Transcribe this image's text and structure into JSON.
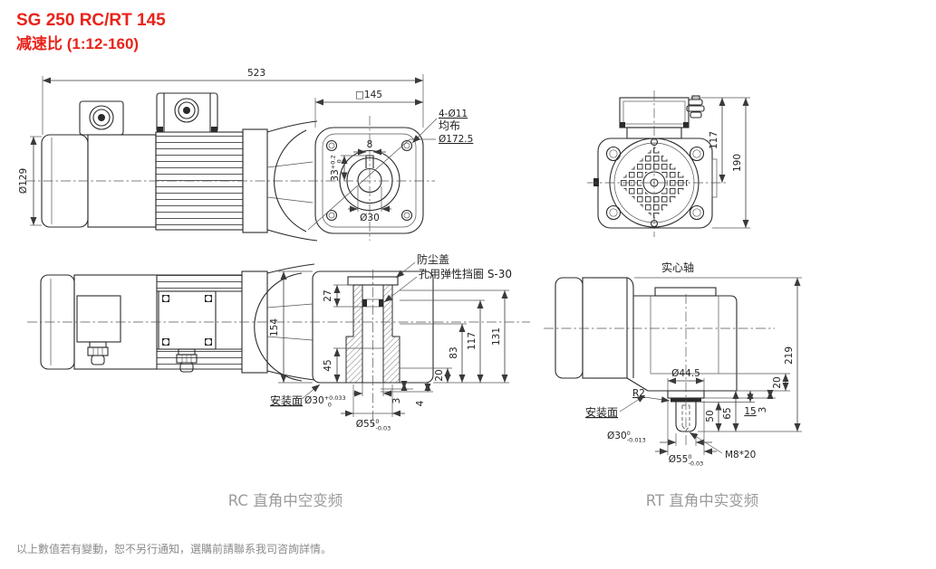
{
  "title": {
    "model": "SG 250 RC/RT 145",
    "ratio": "减速比 (1:12-160)"
  },
  "captions": {
    "rc": "RC 直角中空变频",
    "rt": "RT 直角中实变频"
  },
  "footer_note": "以上數值若有變動，恕不另行通知，選購前請聯系我司咨詢詳情。",
  "colors": {
    "accent_red": "#e8231a",
    "drawing_line": "#2b2b2b",
    "dim_line": "#3a3a3a",
    "caption_gray": "#9c9c9c",
    "footer_gray": "#8b8b8b",
    "background": "#ffffff"
  },
  "side_view": {
    "overall_length": "523",
    "motor_dia": "Ø129"
  },
  "front_view": {
    "flange": "□145",
    "holes": "4-Ø11",
    "holes_note": "均布",
    "bolt_circle": "Ø172.5",
    "keyway_width": "8",
    "bore": "Ø30",
    "keyway_tol": {
      "main": "33",
      "sup": "+0.2",
      "sub": "0"
    }
  },
  "rear_view": {
    "h_box_center": "117",
    "h_overall": "190"
  },
  "rc_bottom": {
    "dust_cover": "防尘盖",
    "circlip": "孔用弹性挡圈 S-30",
    "mount_face": "安装面",
    "h154": "154",
    "d27": "27",
    "d45": "45",
    "h131": "131",
    "h117": "117",
    "h83": "83",
    "h20": "20",
    "h3": "3",
    "h4": "4",
    "bore_tol": {
      "main": "Ø30",
      "sup": "+0.033",
      "sub": "0"
    },
    "hub_tol": {
      "main": "Ø55",
      "sup": "0",
      "sub": "-0.03"
    }
  },
  "rt_view": {
    "solid_shaft": "实心轴",
    "mount_face": "安装面",
    "r2": "R2",
    "m8": "M8*20",
    "h219": "219",
    "h20": "20",
    "h3": "3",
    "h15": "15",
    "h65": "65",
    "h50": "50",
    "boss": "Ø44.5",
    "shaft_tol": {
      "main": "Ø30",
      "sup": "0",
      "sub": "-0.013"
    },
    "hub_tol": {
      "main": "Ø55",
      "sup": "0",
      "sub": "-0.03"
    }
  }
}
